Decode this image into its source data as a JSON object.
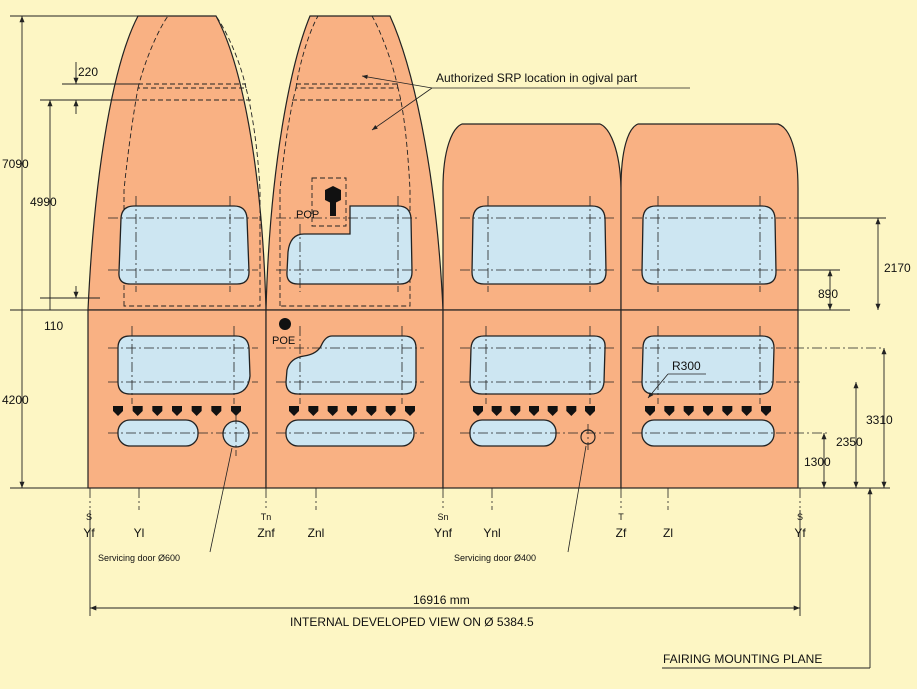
{
  "colors": {
    "background": "#fdf6c4",
    "panel_fill": "#f9b183",
    "window_fill": "#cde6f2",
    "line": "#222222"
  },
  "dimensions": {
    "overall_height": "7090",
    "ogive_height": "4990",
    "gap_top": "220",
    "gap_bottom": "110",
    "cylinder_height": "4200",
    "window_height_right": "2170",
    "window_offset_right": "890",
    "radius": "R300",
    "level_3310": "3310",
    "level_2350": "2350",
    "level_1300": "1300",
    "developed_length": "16916 mm"
  },
  "labels": {
    "srp_note": "Authorized SRP location in ogival part",
    "pop": "POP",
    "poe": "POE",
    "servicing_door_600": "Servicing door Ø600",
    "servicing_door_400": "Servicing door Ø400",
    "internal_view": "INTERNAL DEVELOPED VIEW ON Ø 5384.5",
    "fairing_plane": "FAIRING MOUNTING PLANE"
  },
  "axes": [
    {
      "top": "S",
      "bottom": "Yf"
    },
    {
      "top": "",
      "bottom": "Yl"
    },
    {
      "top": "Tn",
      "bottom": "Znf"
    },
    {
      "top": "",
      "bottom": "Znl"
    },
    {
      "top": "Sn",
      "bottom": "Ynf"
    },
    {
      "top": "",
      "bottom": "Ynl"
    },
    {
      "top": "T",
      "bottom": "Zf"
    },
    {
      "top": "",
      "bottom": "Zl"
    },
    {
      "top": "S",
      "bottom": "Yf"
    }
  ]
}
